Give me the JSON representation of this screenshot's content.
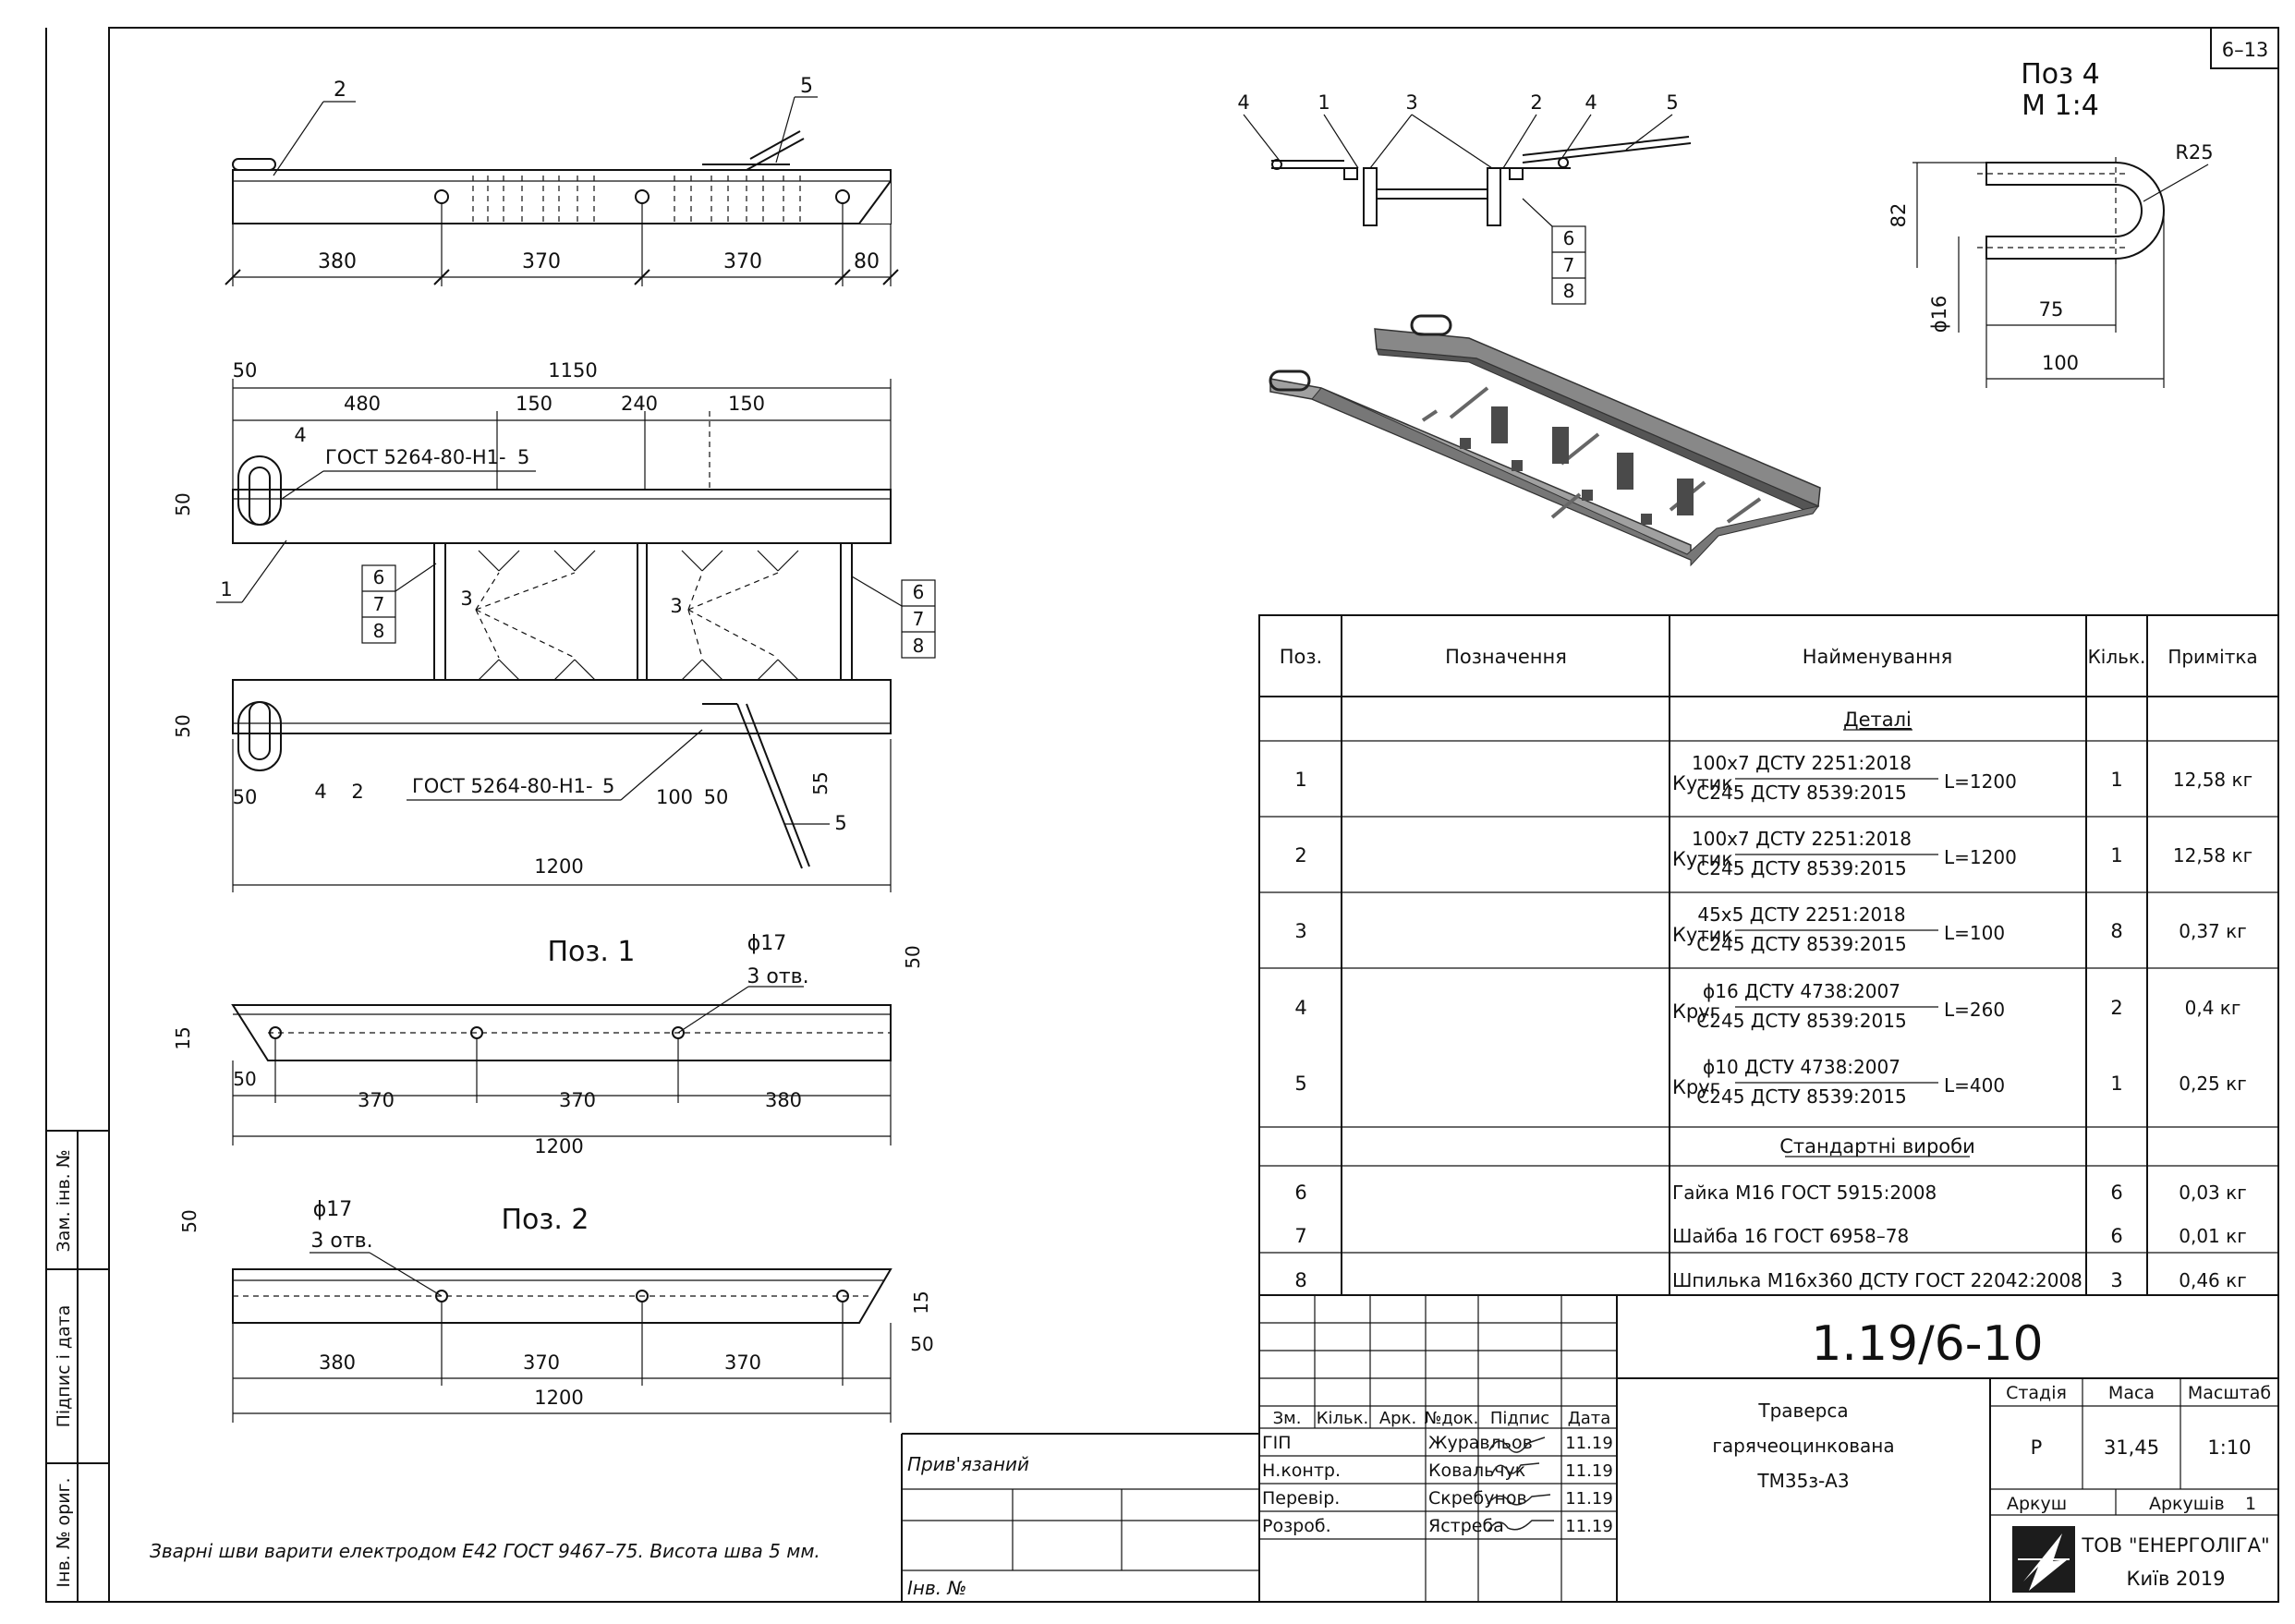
{
  "sheet": {
    "sheet_ref": "6–13",
    "designation": "1.19/6-10"
  },
  "side_stamp": {
    "zam": "Зам. інв. №",
    "pidpys": "Підпис і дата",
    "inv": "Інв. № ориг."
  },
  "top_view": {
    "callouts": [
      "2",
      "5"
    ],
    "dims": [
      "380",
      "370",
      "370",
      "80"
    ]
  },
  "plan_view": {
    "dims_top": [
      "50",
      "1150",
      "480",
      "150",
      "240",
      "150"
    ],
    "gost1": "ГОСТ 5264-80-Н1-",
    "gost1_leg": "5",
    "gost2": "ГОСТ 5264-80-Н1-",
    "gost2_leg": "5",
    "callouts": [
      "4",
      "1",
      "6",
      "7",
      "8",
      "3",
      "3",
      "6",
      "7",
      "8",
      "4",
      "2",
      "5"
    ],
    "dims": [
      "50",
      "50",
      "50",
      "100",
      "50",
      "55",
      "1200"
    ]
  },
  "pos1": {
    "title": "Поз. 1",
    "hole": "ϕ17",
    "holes": "3 отв.",
    "dims": [
      "50",
      "15",
      "50",
      "370",
      "370",
      "380",
      "1200"
    ]
  },
  "pos2": {
    "title": "Поз. 2",
    "hole": "ϕ17",
    "holes": "3 отв.",
    "dims": [
      "50",
      "15",
      "50",
      "380",
      "370",
      "370",
      "1200"
    ]
  },
  "section": {
    "callouts": [
      "4",
      "1",
      "3",
      "2",
      "4",
      "5",
      "6",
      "7",
      "8"
    ]
  },
  "pos4": {
    "title": "Поз 4",
    "scale": "М 1:4",
    "r": "R25",
    "h": "82",
    "d": "ϕ16",
    "w1": "75",
    "w2": "100"
  },
  "weld_note": "Зварні шви варити електродом Е42 ГОСТ 9467–75. Висота шва 5 мм.",
  "spec": {
    "headers": [
      "Поз.",
      "Позначення",
      "Найменування",
      "Кільк.",
      "Примітка"
    ],
    "section_details": "Деталі",
    "section_std": "Стандартні вироби",
    "rows": [
      {
        "pos": "1",
        "pre": "Кутик",
        "top": "100х7 ДСТУ 2251:2018",
        "bot": "С245 ДСТУ 8539:2015",
        "len": "L=1200",
        "qty": "1",
        "note": "12,58 кг"
      },
      {
        "pos": "2",
        "pre": "Кутик",
        "top": "100х7 ДСТУ 2251:2018",
        "bot": "С245 ДСТУ 8539:2015",
        "len": "L=1200",
        "qty": "1",
        "note": "12,58 кг"
      },
      {
        "pos": "3",
        "pre": "Кутик",
        "top": "45х5 ДСТУ 2251:2018",
        "bot": "С245 ДСТУ 8539:2015",
        "len": "L=100",
        "qty": "8",
        "note": "0,37 кг"
      },
      {
        "pos": "4",
        "pre": "Круг",
        "top": "ϕ16 ДСТУ 4738:2007",
        "bot": "С245 ДСТУ 8539:2015",
        "len": "L=260",
        "qty": "2",
        "note": "0,4 кг"
      },
      {
        "pos": "5",
        "pre": "Круг",
        "top": "ϕ10 ДСТУ 4738:2007",
        "bot": "С245 ДСТУ 8539:2015",
        "len": "L=400",
        "qty": "1",
        "note": "0,25 кг"
      }
    ],
    "std_rows": [
      {
        "pos": "6",
        "name": "Гайка М16 ГОСТ 5915:2008",
        "qty": "6",
        "note": "0,03 кг"
      },
      {
        "pos": "7",
        "name": "Шайба 16 ГОСТ 6958–78",
        "qty": "6",
        "note": "0,01 кг"
      },
      {
        "pos": "8",
        "name": "Шпилька М16х360 ДСТУ ГОСТ 22042:2008",
        "qty": "3",
        "note": "0,46 кг"
      }
    ]
  },
  "titleblock": {
    "headers": [
      "Зм.",
      "Кільк.",
      "Арк.",
      "№док.",
      "Підпис",
      "Дата"
    ],
    "people": [
      {
        "role": "ГІП",
        "name": "Журавльов",
        "date": "11.19"
      },
      {
        "role": "Н.контр.",
        "name": "Ковальчук",
        "date": "11.19"
      },
      {
        "role": "Перевір.",
        "name": "Скребунов",
        "date": "11.19"
      },
      {
        "role": "Розроб.",
        "name": "Ястреба",
        "date": "11.19"
      }
    ],
    "title_l1": "Траверса",
    "title_l2": "гарячеоцинкована",
    "title_l3": "ТМ35з-А3",
    "stage_h": "Стадія",
    "mass_h": "Маса",
    "scale_h": "Масштаб",
    "stage": "Р",
    "mass": "31,45",
    "scale": "1:10",
    "sheet_l": "Аркуш",
    "sheets_l": "Аркушів",
    "sheets": "1",
    "company": "ТОВ \"ЕНЕРГОЛІГА\"",
    "city": "Київ 2019",
    "attached": "Прив'язаний",
    "inv": "Інв. №"
  }
}
